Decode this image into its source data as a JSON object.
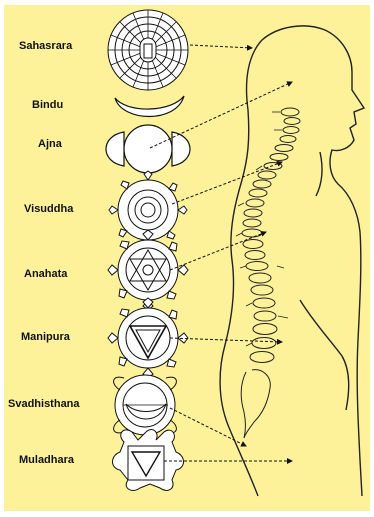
{
  "chakras": [
    {
      "name": "Sahasrara"
    },
    {
      "name": "Bindu"
    },
    {
      "name": "Ajna"
    },
    {
      "name": "Visuddha"
    },
    {
      "name": "Anahata"
    },
    {
      "name": "Manipura"
    },
    {
      "name": "Svadhisthana"
    },
    {
      "name": "Muladhara"
    }
  ],
  "colors": {
    "background": "#fdf29a",
    "ink": "#111111",
    "fill": "#ffffff"
  },
  "icons": [
    "thousand-petal-lotus-icon",
    "crescent-moon-icon",
    "two-petal-lotus-icon",
    "sixteen-petal-lotus-icon",
    "hexagram-lotus-icon",
    "triangle-lotus-icon",
    "crescent-lotus-icon",
    "square-triangle-lotus-icon",
    "human-silhouette-icon",
    "spine-icon"
  ]
}
